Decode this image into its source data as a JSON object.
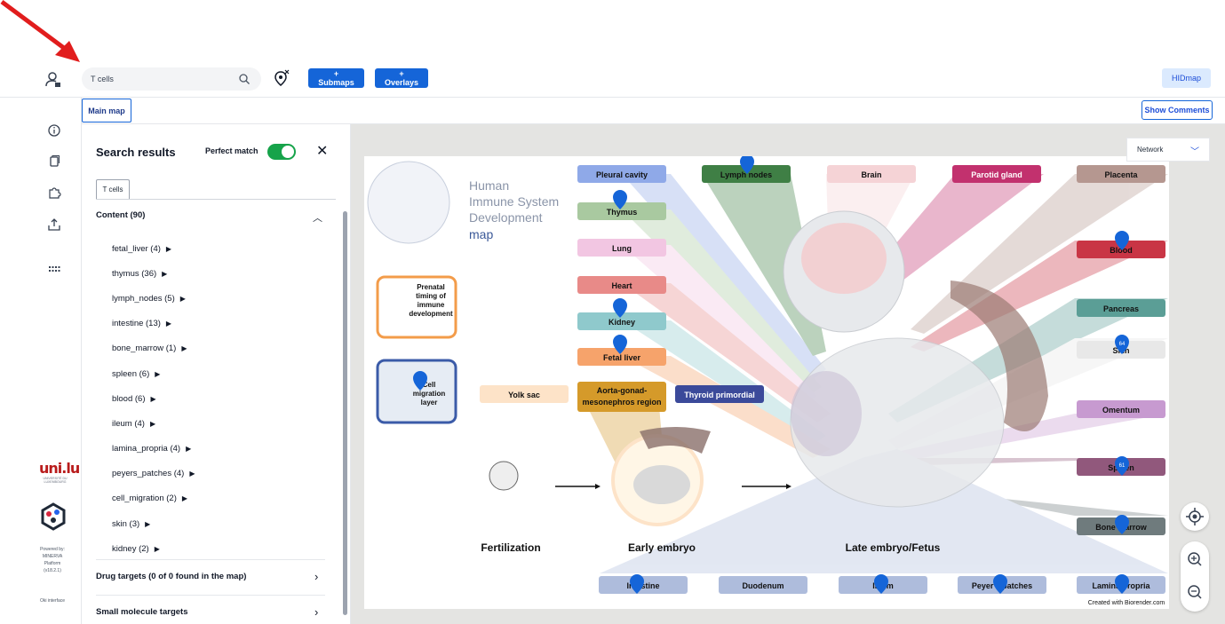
{
  "search": {
    "value": "T cells"
  },
  "toolbar": {
    "submaps_label": "+ Submaps",
    "overlays_label": "+ Overlays",
    "hidmap_label": "HIDmap"
  },
  "tabs": {
    "main_map": "Main map",
    "show_comments": "Show Comments"
  },
  "panel": {
    "title": "Search results",
    "perfect_match_label": "Perfect match",
    "perfect_match_on": true,
    "query_tab": "T cells",
    "content_header": "Content (90)",
    "results": [
      "fetal_liver (4)",
      "thymus (36)",
      "lymph_nodes (5)",
      "intestine (13)",
      "bone_marrow (1)",
      "spleen (6)",
      "blood (6)",
      "ileum (4)",
      "lamina_propria (4)",
      "peyers_patches (4)",
      "cell_migration (2)",
      "skin (3)",
      "kidney (2)"
    ],
    "drug_targets": "Drug targets (0 of 0 found in the map)",
    "small_molecule": "Small molecule targets"
  },
  "rail": {
    "uni_logo": "uni.lu",
    "uni_sub": "UNIVERSITÉ DU LUXEMBOURG",
    "powered": [
      "Powered by:",
      "MINERVA",
      "Platform",
      "(v18.2.1)"
    ],
    "oki": "Oki interface"
  },
  "map": {
    "network_label": "Network",
    "title_lines": [
      "Human",
      "Immune System",
      "Development",
      "map"
    ],
    "prenatal_label": [
      "Prenatal",
      "timing of",
      "immune",
      "development"
    ],
    "migration_label": [
      "Cell",
      "migration",
      "layer"
    ],
    "left_organs": [
      "Pleural cavity",
      "Thymus",
      "Lung",
      "Heart",
      "Kidney",
      "Fetal liver"
    ],
    "aorta_label": [
      "Aorta-gonad-",
      "mesonephros region"
    ],
    "thyroid": "Thyroid primordial",
    "yolk_sac": "Yolk sac",
    "top_organs": [
      "Lymph nodes",
      "Brain",
      "Parotid gland",
      "Placenta"
    ],
    "right_organs": [
      "Blood",
      "Pancreas",
      "Skin",
      "Omentum",
      "Spleen",
      "Bone marrow"
    ],
    "bottom_organs": [
      "Intestine",
      "Duodenum",
      "Ileum",
      "Peyer's patches",
      "Lamina propria"
    ],
    "stages": [
      "Fertilization",
      "Early embryo",
      "Late embryo/Fetus"
    ],
    "pin_counts": [
      "64",
      "61"
    ],
    "credit": "Created with Biorender.com"
  },
  "colors": {
    "accent": "#1565d8",
    "pleural": "#8fa9e8",
    "thymus": "#a9c9a0",
    "lung": "#f2c6e2",
    "heart": "#e88a88",
    "kidney": "#8fc9cc",
    "fetal_liver": "#f6a36b",
    "aorta": "#d59a2a",
    "thyroid": "#3b4a9a",
    "yolk": "#fde3c8",
    "lymph": "#3f7f45",
    "brain": "#f5d3d6",
    "parotid": "#c2316e",
    "placenta": "#b59790",
    "blood": "#c93545",
    "pancreas": "#5b9e96",
    "skin": "#e8e8e8",
    "omentum": "#c79ad0",
    "spleen": "#91587c",
    "bone_marrow": "#6f7b7d",
    "bottom": "#aebcdc"
  }
}
